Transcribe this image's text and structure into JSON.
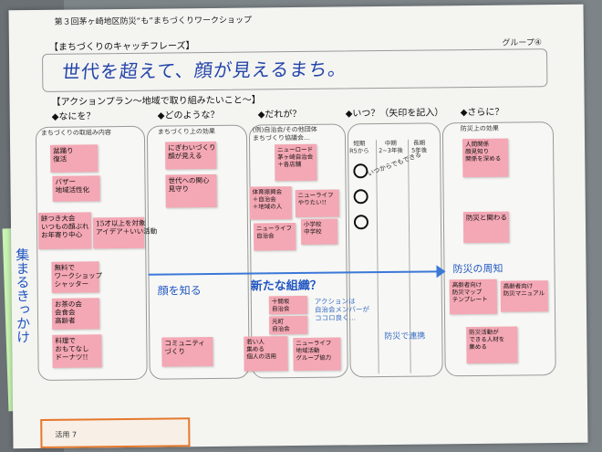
{
  "header": {
    "title": "第３回茅ヶ崎地区防災“も”まちづくりワークショップ",
    "group": "グループ④"
  },
  "catchphrase": {
    "heading": "【まちづくりのキャッチフレーズ】",
    "handwritten": "世代を超えて、顔が見えるまち。"
  },
  "action_plan": {
    "heading": "【アクションプラン～地域で取り組みたいこと～】",
    "columns": [
      {
        "head": "◆なにを？",
        "sub": "まちづくりの取組み内容"
      },
      {
        "head": "◆どのような？",
        "sub": "まちづくり上の効果"
      },
      {
        "head": "◆だれが？",
        "sub": "(例)自治会/その他団体\nまちづくり協議会…"
      },
      {
        "head": "◆いつ？（矢印を記入）",
        "sub": ""
      },
      {
        "head": "◆さらに？",
        "sub": "防災上の効果"
      }
    ],
    "when_labels": [
      "短期\nR5から",
      "中期\n2~3年後",
      "長期\n5年後"
    ]
  },
  "notes": {
    "what": [
      "盆踊り\n復活",
      "バザー\n地域活性化",
      "餅つき大会\nいつもの顔ぶれ\nお年寄り中心",
      "15才以上を対象\nアイデア＋いい活動",
      "無料で\nワークショップ\nシャッター",
      "お茶の会\n会食会\n高齢者",
      "料理で\nおもてなし\nドーナツ!!"
    ],
    "effect": [
      "にぎわいづくり\n顔が見える",
      "世代への関心\n見守り",
      "コミュニティ\nづくり"
    ],
    "who": [
      "ニューロード\n茅ヶ崎自治会\n＋各店舗",
      "体育振興会\n＋自治会\n＋地域の人",
      "ニューライフ\nやりたい!!",
      "ニューライフ\n自治会",
      "小学校\n中学校",
      "十間坂\n自治会",
      "元町\n自治会",
      "若い人\n集める\n個人の活用",
      "ニューライフ\n地域活動\nグループ協力"
    ],
    "further": [
      "人間関係\n顔見知り\n関係を深める",
      "防災と関わる",
      "高齢者向け\n防災マップ\nテンプレート",
      "高齢者向け\n防災マニュアル",
      "防災活動が\nできる人材を\n集める"
    ]
  },
  "handwriting": {
    "left_vertical": "集まるきっかけ",
    "effect_hand": "顔を知る",
    "new_org": "新たな組織？",
    "disaster": "防災の周知",
    "note1": "アクションは\n自治会メンバーが\nココロ良く…",
    "note2": "防災で連携",
    "circle_note": "いつからでもできる"
  },
  "footer": {
    "label": "活用 7"
  }
}
